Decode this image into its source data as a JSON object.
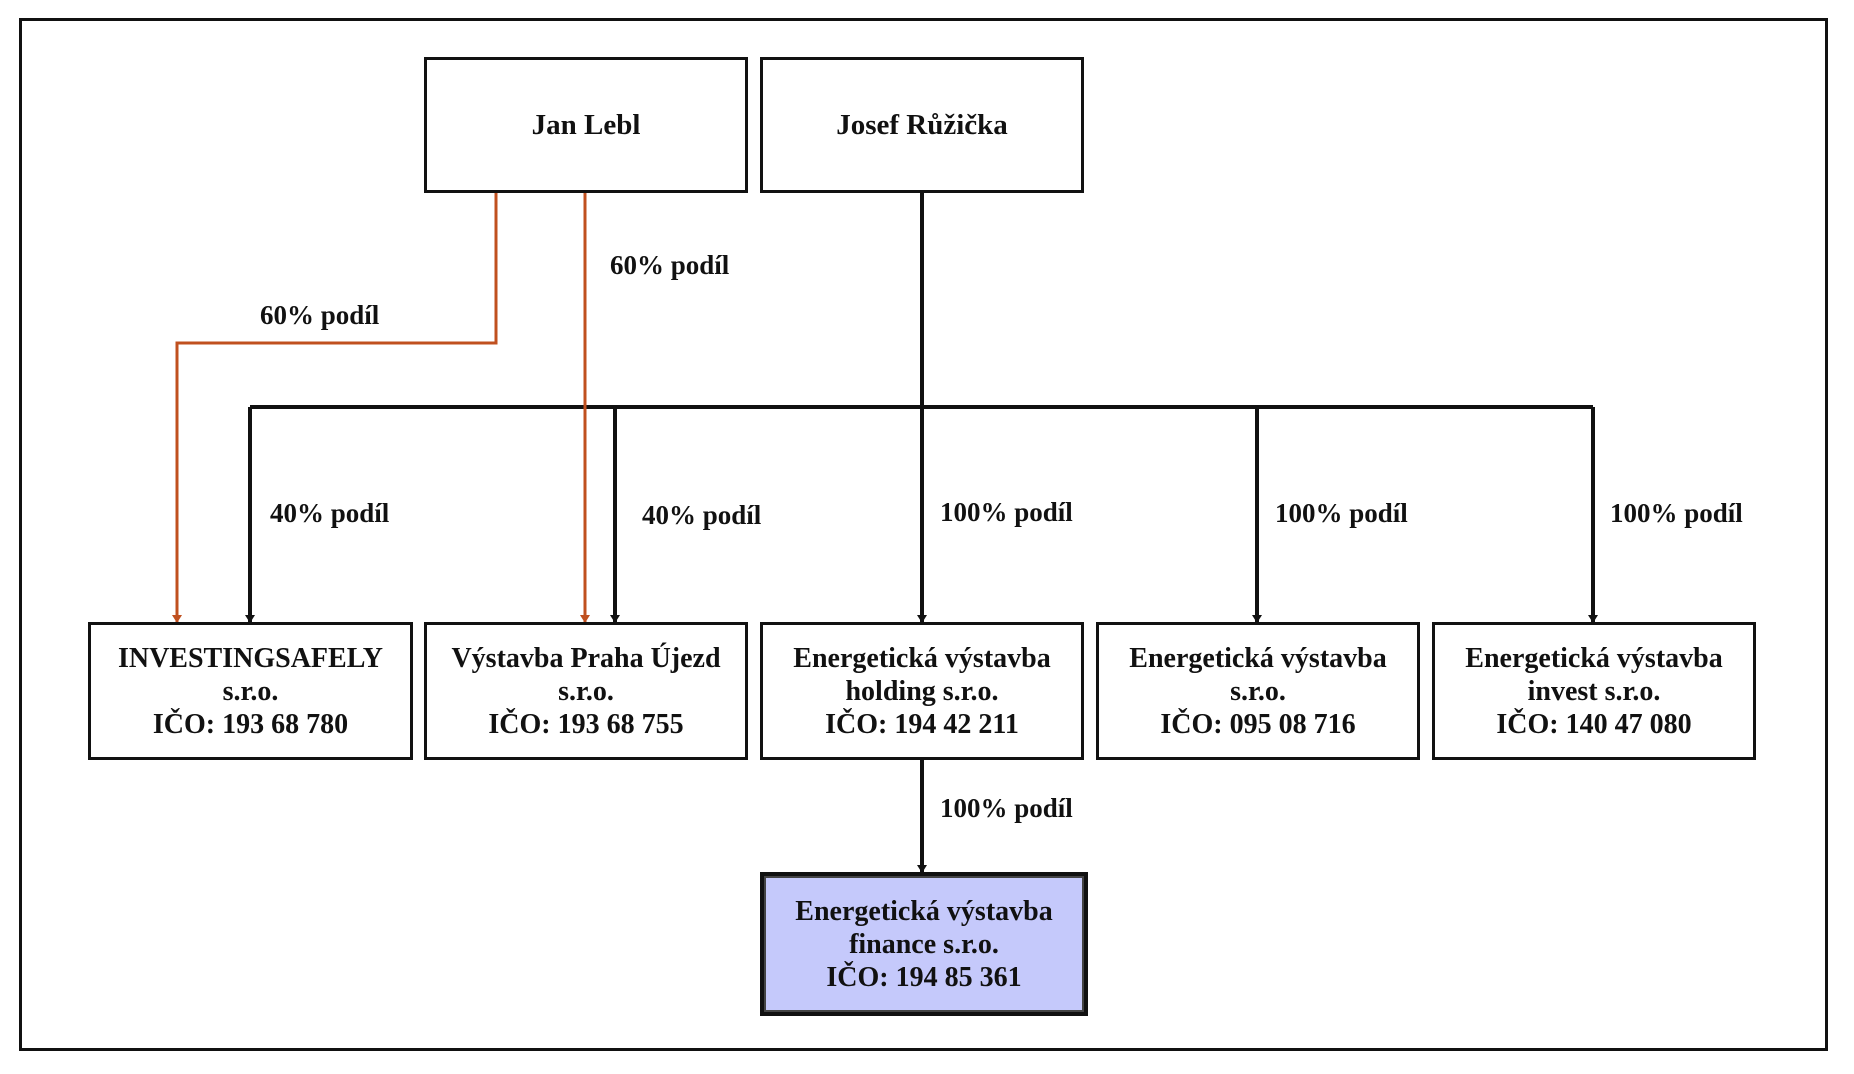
{
  "colors": {
    "line": "#111111",
    "accent_line": "#c0501f",
    "highlight_fill": "#c5c9fb"
  },
  "persons": [
    {
      "id": "jan",
      "name": "Jan Lebl"
    },
    {
      "id": "josef",
      "name": "Josef Růžička"
    }
  ],
  "companies": [
    {
      "id": "c1",
      "lines": [
        "INVESTINGSAFELY",
        "s.r.o.",
        "IČO: 193 68 780"
      ]
    },
    {
      "id": "c2",
      "lines": [
        "Výstavba Praha Újezd",
        "s.r.o.",
        "IČO: 193 68 755"
      ]
    },
    {
      "id": "c3",
      "lines": [
        "Energetická výstavba",
        "holding s.r.o.",
        "IČO: 194 42 211"
      ]
    },
    {
      "id": "c4",
      "lines": [
        "Energetická výstavba",
        "s.r.o.",
        "IČO: 095 08 716"
      ]
    },
    {
      "id": "c5",
      "lines": [
        "Energetická výstavba",
        "invest s.r.o.",
        "IČO: 140 47 080"
      ]
    },
    {
      "id": "c6",
      "lines": [
        "Energetická výstavba",
        "finance s.r.o.",
        "IČO: 194 85 361"
      ]
    }
  ],
  "links": [
    {
      "from": "jan",
      "to": "c1",
      "label": "60% podíl"
    },
    {
      "from": "jan",
      "to": "c2",
      "label": "60% podíl"
    },
    {
      "from": "josef",
      "to": "c1",
      "label": "40% podíl"
    },
    {
      "from": "josef",
      "to": "c2",
      "label": "40% podíl"
    },
    {
      "from": "josef",
      "to": "c3",
      "label": "100% podíl"
    },
    {
      "from": "josef",
      "to": "c4",
      "label": "100% podíl"
    },
    {
      "from": "josef",
      "to": "c5",
      "label": "100% podíl"
    },
    {
      "from": "c3",
      "to": "c6",
      "label": "100% podíl"
    }
  ]
}
